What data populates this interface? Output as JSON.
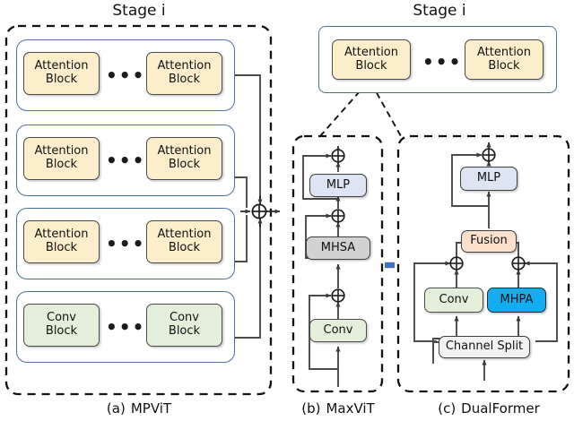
{
  "diagram": {
    "title_a": "Stage i",
    "title_b": "Stage i",
    "dots": "•••",
    "colors": {
      "attention_block": "#fdeecb",
      "conv_block": "#e3efda",
      "mlp": "#dce5f1",
      "mhsa": "#d2d2d2",
      "mhpa": "#13aef0",
      "fusion": "#fbe1cb",
      "channel_split": "#f2f2f2",
      "row_border": "#4a6fa5",
      "dashed_border": "#111111",
      "transition_arrow": "#4472c4"
    }
  },
  "panel_a": {
    "caption_tag": "(a)",
    "caption_label": "MPViT",
    "stage_title": "Stage i",
    "rows": [
      {
        "left_label": "Attention\nBlock",
        "right_label": "Attention\nBlock",
        "kind": "attention"
      },
      {
        "left_label": "Attention\nBlock",
        "right_label": "Attention\nBlock",
        "kind": "attention"
      },
      {
        "left_label": "Attention\nBlock",
        "right_label": "Attention\nBlock",
        "kind": "attention"
      },
      {
        "left_label": "Conv\nBlock",
        "right_label": "Conv\nBlock",
        "kind": "conv"
      }
    ],
    "merge_symbol": "⊕"
  },
  "panel_top": {
    "stage_title": "Stage i",
    "blocks": [
      {
        "label": "Attention\nBlock"
      },
      {
        "label": "Attention\nBlock"
      }
    ]
  },
  "panel_b": {
    "caption_tag": "(b)",
    "caption_label": "MaxViT",
    "nodes": [
      {
        "label": "MLP",
        "kind": "mlp"
      },
      {
        "label": "MHSA",
        "kind": "mhsa"
      },
      {
        "label": "Conv",
        "kind": "conv"
      }
    ],
    "residual_symbol": "⊕"
  },
  "panel_c": {
    "caption_tag": "(c)",
    "caption_label": "DualFormer",
    "nodes": [
      {
        "label": "MLP",
        "kind": "mlp"
      },
      {
        "label": "Fusion",
        "kind": "fusion"
      },
      {
        "label": "Conv",
        "kind": "conv"
      },
      {
        "label": "MHPA",
        "kind": "mhpa"
      },
      {
        "label": "Channel Split",
        "kind": "split"
      }
    ],
    "residual_symbol": "⊕"
  }
}
